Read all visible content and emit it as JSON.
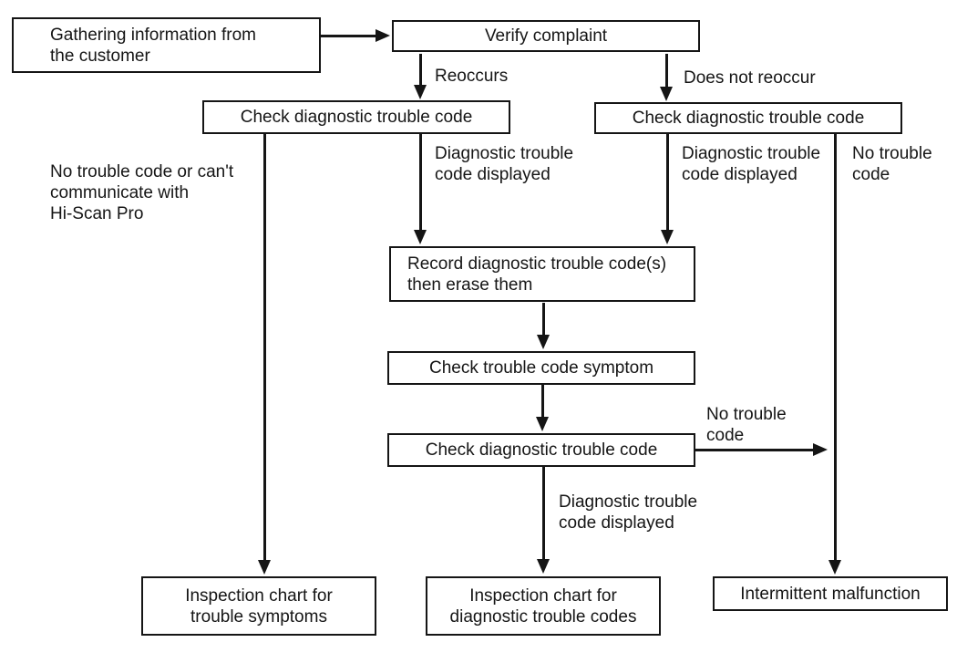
{
  "flowchart": {
    "nodes": {
      "gathering_info": "Gathering information from\nthe customer",
      "verify_complaint": "Verify complaint",
      "check_dtc_reoccurs": "Check diagnostic trouble code",
      "check_dtc_no_reoccur": "Check diagnostic trouble code",
      "record_dtc": "Record diagnostic trouble code(s)\nthen erase them",
      "check_symptom": "Check trouble code symptom",
      "check_dtc_final": "Check diagnostic trouble code",
      "inspection_symptoms": "Inspection chart for\ntrouble symptoms",
      "inspection_dtc": "Inspection chart for\ndiagnostic trouble codes",
      "intermittent": "Intermittent malfunction"
    },
    "edge_labels": {
      "reoccurs": "Reoccurs",
      "does_not_reoccur": "Does not reoccur",
      "no_code_hiscan": "No trouble code or can't\ncommunicate with\nHi-Scan Pro",
      "dtc_displayed_left": "Diagnostic trouble\ncode displayed",
      "dtc_displayed_right": "Diagnostic trouble\ncode displayed",
      "no_trouble_top": "No trouble\ncode",
      "no_trouble_mid": "No trouble\ncode",
      "dtc_displayed_final": "Diagnostic trouble\ncode displayed"
    },
    "colors": {
      "ink": "#151515",
      "box_fill": "#ffffff",
      "background": "#ffffff"
    }
  }
}
